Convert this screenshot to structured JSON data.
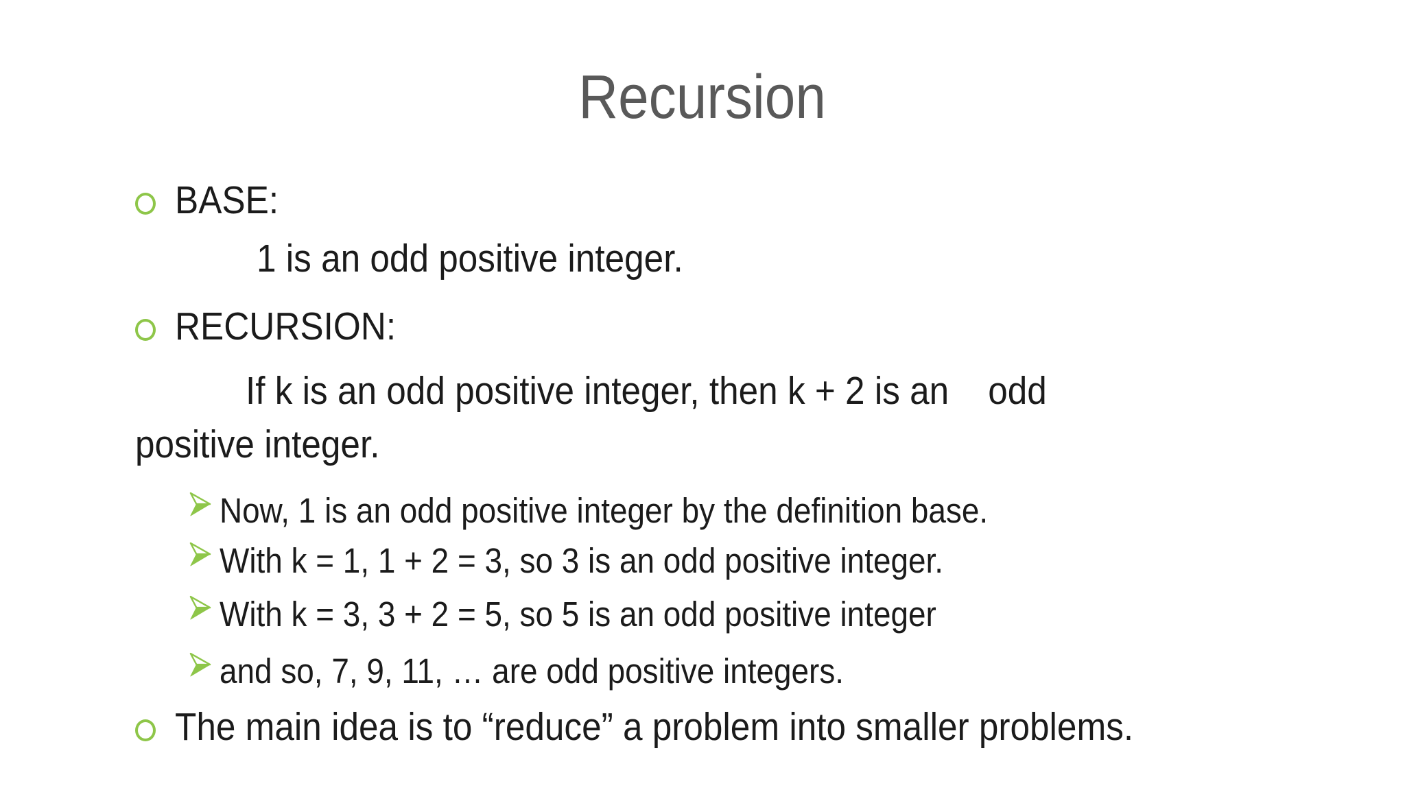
{
  "slide": {
    "title": "Recursion",
    "colors": {
      "background": "#FFFFFF",
      "title_gray": "#595959",
      "body_text": "#1B1B1B",
      "accent_green": "#8EC649"
    },
    "bullet_icons": {
      "level1": "hollow-circle",
      "level2": "3d-arrowhead-right"
    },
    "lines": [
      {
        "bullet": "circle",
        "text": "BASE:"
      },
      {
        "bullet": "none",
        "text": "1 is an odd positive integer."
      },
      {
        "bullet": "circle",
        "text": "RECURSION:"
      },
      {
        "bullet": "none",
        "text": "If k is an odd positive integer, then k + 2 is an    odd"
      },
      {
        "bullet": "none",
        "text": "positive integer."
      },
      {
        "bullet": "arrow",
        "text": "Now, 1 is an odd positive integer by the definition base."
      },
      {
        "bullet": "arrow",
        "text": "With k = 1, 1 + 2 = 3, so 3 is an odd positive integer."
      },
      {
        "bullet": "arrow",
        "text": "With k = 3, 3 + 2 = 5, so 5 is an odd positive integer"
      },
      {
        "bullet": "arrow",
        "text": "and so, 7, 9, 11, … are odd positive integers."
      },
      {
        "bullet": "circle",
        "text": "The main idea is to “reduce” a problem into smaller problems."
      }
    ]
  }
}
